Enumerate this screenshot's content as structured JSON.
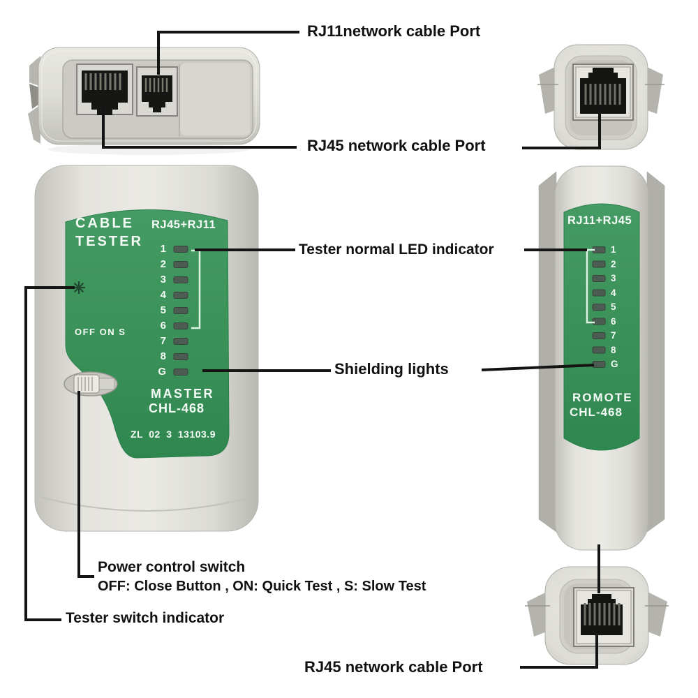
{
  "figure": "Network cable tester annotated product diagram",
  "colors": {
    "green_panel": "#3a9158",
    "body_gray": "#d5d2cd",
    "annotation_line": "#141414",
    "led_fill": "#4d5c52",
    "bracket": "#dff3e4",
    "label_text": "#111111",
    "panel_text": "#f4fbf6"
  },
  "callouts": {
    "rj11_port_top": "RJ11network cable Port",
    "rj45_port_top": "RJ45 network cable Port",
    "tester_normal_led": "Tester normal LED indicator",
    "shielding_lights": "Shielding lights",
    "power_control_switch": "Power control switch",
    "power_control_modes": "OFF: Close Button , ON: Quick Test , S: Slow Test",
    "tester_switch_indicator": "Tester switch indicator",
    "rj45_port_bottom": "RJ45 network cable Port"
  },
  "master_unit": {
    "title_line1": "CABLE",
    "title_line2": "TESTER",
    "jack_label": "RJ45+RJ11",
    "switch_positions": "OFF ON S",
    "role": "MASTER",
    "model": "CHL-468",
    "print_code": "ZL 02 3 13103.9",
    "led_labels": [
      "1",
      "2",
      "3",
      "4",
      "5",
      "6",
      "7",
      "8",
      "G"
    ]
  },
  "remote_unit": {
    "jack_label": "RJ11+RJ45",
    "role": "ROMOTE",
    "model": "CHL-468",
    "led_labels": [
      "1",
      "2",
      "3",
      "4",
      "5",
      "6",
      "7",
      "8",
      "G"
    ]
  }
}
